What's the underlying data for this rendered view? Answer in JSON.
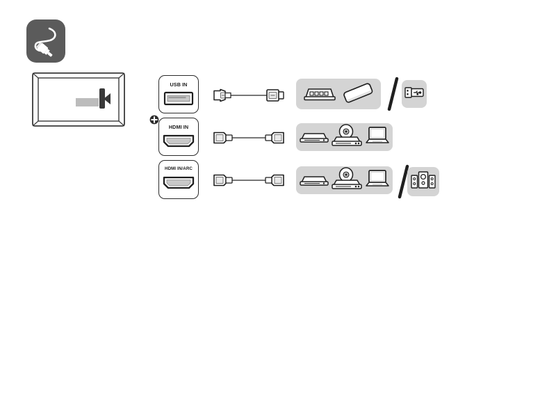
{
  "diagram": {
    "title": "TV external device connection diagram",
    "badge": {
      "icon": "cable-plug-icon",
      "background_color": "#5b5b5b",
      "foreground_color": "#ffffff"
    },
    "tv": {
      "name": "television-set",
      "indicator": "input-connector-arrow"
    },
    "colors": {
      "outline": "#2b2b2b",
      "panel_gray": "#d4d4d4",
      "jack_fill": "#c9c9c9",
      "badge_gray": "#5b5b5b",
      "white": "#ffffff"
    },
    "separator": "/",
    "rows": [
      {
        "id": "usb",
        "port_label": "USB IN",
        "port_type": "usb-port",
        "cable": "usb-cable",
        "has_plus_badge": false,
        "device_groups": [
          {
            "devices": [
              {
                "label": "USB hub",
                "icon": "usb-hub-icon"
              },
              {
                "label": "External hard drive",
                "icon": "external-drive-icon"
              }
            ]
          },
          {
            "devices": [
              {
                "label": "USB flash drive",
                "icon": "usb-flash-drive-icon"
              }
            ]
          }
        ]
      },
      {
        "id": "hdmi",
        "port_label": "HDMI IN",
        "port_type": "hdmi-port",
        "cable": "hdmi-cable",
        "has_plus_badge": true,
        "device_groups": [
          {
            "devices": [
              {
                "label": "Set-top box",
                "icon": "set-top-box-icon"
              },
              {
                "label": "Disc player",
                "icon": "disc-player-icon"
              },
              {
                "label": "Laptop",
                "icon": "laptop-icon"
              }
            ]
          }
        ]
      },
      {
        "id": "hdmi-arc",
        "port_label": "HDMI IN/ARC",
        "port_type": "hdmi-port",
        "cable": "hdmi-cable",
        "has_plus_badge": false,
        "device_groups": [
          {
            "devices": [
              {
                "label": "Set-top box",
                "icon": "set-top-box-icon"
              },
              {
                "label": "Disc player",
                "icon": "disc-player-icon"
              },
              {
                "label": "Laptop",
                "icon": "laptop-icon"
              }
            ]
          },
          {
            "devices": [
              {
                "label": "Speaker system",
                "icon": "speaker-system-icon"
              }
            ]
          }
        ]
      }
    ]
  }
}
